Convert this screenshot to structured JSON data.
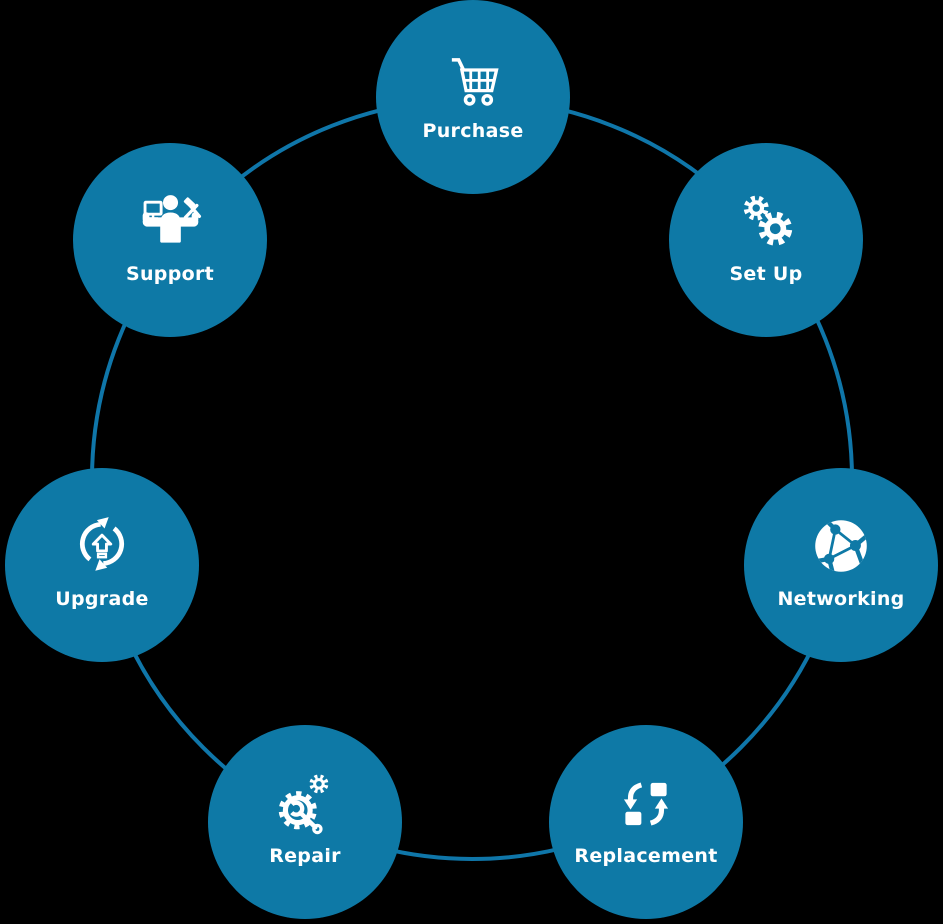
{
  "diagram": {
    "theme": {
      "bg": "#000000",
      "node": "#0E79A6",
      "ring": "#0F76A9",
      "icon": "#FFFFFF",
      "label": "#FFFFFF"
    },
    "nodes": [
      {
        "id": "purchase",
        "label": "Purchase",
        "icon": "shopping-cart-icon"
      },
      {
        "id": "setup",
        "label": "Set Up",
        "icon": "gears-icon"
      },
      {
        "id": "networking",
        "label": "Networking",
        "icon": "network-globe-icon"
      },
      {
        "id": "replacement",
        "label": "Replacement",
        "icon": "swap-arrows-icon"
      },
      {
        "id": "repair",
        "label": "Repair",
        "icon": "gear-wrench-icon"
      },
      {
        "id": "upgrade",
        "label": "Upgrade",
        "icon": "sync-upload-icon"
      },
      {
        "id": "support",
        "label": "Support",
        "icon": "technician-icon"
      }
    ]
  }
}
